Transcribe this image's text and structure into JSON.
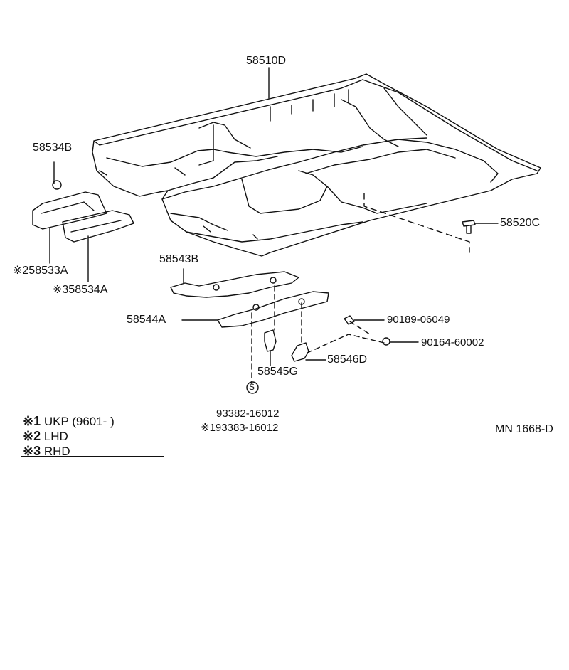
{
  "parts": {
    "floor_pan": "58510D",
    "plug_top": "58534B",
    "bracket_left": "※258533A",
    "bracket_right": "※358534A",
    "plug_right": "58520C",
    "member_upper": "58543B",
    "member_lower": "58544A",
    "bolt_1": "90189-06049",
    "bolt_2": "90164-60002",
    "bracket_mid": "58545G",
    "bracket_end": "58546D",
    "screw_1": "93382-16012",
    "screw_2": "※193383-16012",
    "s_mark": "S"
  },
  "legend": [
    {
      "mark": "※1",
      "text": "UKP (9601-         )"
    },
    {
      "mark": "※2",
      "text": "LHD"
    },
    {
      "mark": "※3",
      "text": "RHD"
    }
  ],
  "diagram_code": "MN 1668-D",
  "colors": {
    "ink": "#111111",
    "background": "#ffffff"
  }
}
